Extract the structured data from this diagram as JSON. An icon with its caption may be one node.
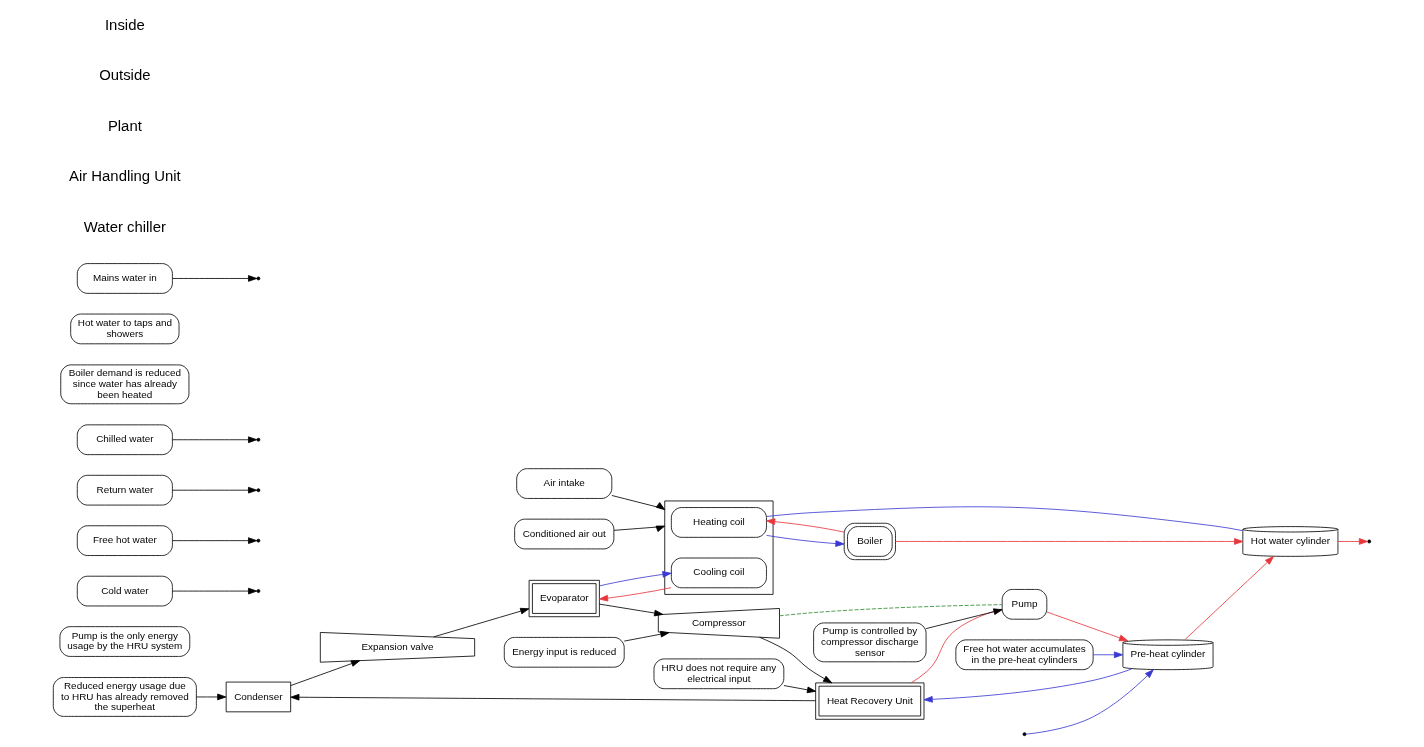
{
  "diagram": {
    "nodes": [
      {
        "text": [
          "Reduced energy usage due to HRU has already removed the superheat"
        ]
      },
      {
        "text": [
          "HRU does not require any electrical input"
        ]
      },
      {
        "text": [
          "Condenser"
        ]
      },
      {
        "text": [
          "Expansion valve"
        ]
      },
      {
        "text": [
          "Evoparator"
        ]
      },
      {
        "text": [
          "Compressor"
        ]
      },
      {
        "text": [
          "Heat Recovery Unit"
        ]
      },
      {
        "text": [
          "Energy input is reduced"
        ]
      },
      {
        "text": [
          "Pump is controlled by compressor discharge sensor"
        ]
      },
      {
        "text": [
          "Pump is the only energy usage by the HRU system"
        ]
      },
      {
        "text": [
          "Pump"
        ]
      },
      {
        "text": [
          "Cold water"
        ]
      },
      {
        "text": [
          "Free hot water"
        ]
      },
      {
        "text": [
          "Return water"
        ]
      },
      {
        "text": [
          "Chilled water"
        ]
      },
      {
        "text": [
          "Air intake"
        ]
      },
      {
        "text": [],
        "shape": "box"
      },
      {
        "text": [
          "Heating coil"
        ],
        "in": 16
      },
      {
        "text": [
          "Cooling coil"
        ],
        "in": 16
      },
      {
        "text": [
          "Conditioned air out"
        ]
      },
      {
        "text": [
          "Boiler demand is reduced since water has already been heated"
        ]
      },
      {
        "text": [
          "Boiler"
        ]
      },
      {
        "text": [
          "Free hot water accumulates in the pre-heat cylinders"
        ]
      },
      {
        "text": [
          "Hot water to taps and showers"
        ]
      },
      {
        "text": [
          "Hot water cylinder"
        ]
      },
      {
        "text": [
          "Pre-heat cylinder"
        ]
      },
      {
        "text": [
          "Mains water in"
        ]
      }
    ],
    "edges": [
      {
        "from": 0,
        "to": 2,
        "arrow": "to"
      },
      {
        "from": 1,
        "to": 6,
        "arrow": "to"
      },
      {
        "from": 6,
        "to": 2,
        "arrow": "to"
      },
      {
        "from": 2,
        "to": 3,
        "arrow": "to"
      },
      {
        "from": 3,
        "to": 4,
        "arrow": "to"
      },
      {
        "from": 4,
        "to": 5,
        "arrow": "to"
      },
      {
        "from": 5,
        "to": 6,
        "arrow": "to"
      },
      {
        "from": 7,
        "to": 5,
        "arrow": "to"
      },
      {
        "from": 5,
        "to": 10,
        "arrow": "none",
        "style": "dashed",
        "color": "#2e8b2e"
      },
      {
        "from": 8,
        "to": 10,
        "arrow": "to"
      },
      {
        "from": 18,
        "to": 4,
        "arrow": "to",
        "color": "#e8363a"
      },
      {
        "from": 4,
        "to": 18,
        "arrow": "to",
        "color": "#3a3ad0"
      },
      {
        "from": 13,
        "to": null,
        "arrow": "to"
      },
      {
        "from": 14,
        "to": null,
        "arrow": "to"
      },
      {
        "from": 15,
        "to": 16,
        "arrow": "to"
      },
      {
        "from": 19,
        "to": 16,
        "arrow": "to"
      },
      {
        "from": 21,
        "to": 17,
        "arrow": "to",
        "color": "#e8363a"
      },
      {
        "from": 17,
        "to": 21,
        "arrow": "to",
        "color": "#3a3ad0"
      },
      {
        "from": 21,
        "to": 24,
        "arrow": "to",
        "color": "#e8363a"
      },
      {
        "from": 17,
        "to": 24,
        "arrow": "none",
        "color": "#3a3ad0"
      },
      {
        "from": 24,
        "to": null,
        "arrow": "to",
        "color": "#e8363a"
      },
      {
        "from": 25,
        "to": 24,
        "arrow": "to",
        "color": "#e8363a"
      },
      {
        "from": 22,
        "to": 25,
        "arrow": "to",
        "color": "#3a3ad0"
      },
      {
        "from": 6,
        "to": 10,
        "arrow": "none",
        "color": "#e8363a"
      },
      {
        "from": 10,
        "to": 25,
        "arrow": "to",
        "color": "#e8363a"
      },
      {
        "from": 25,
        "to": 6,
        "arrow": "to",
        "color": "#3a3ad0"
      },
      {
        "from": null,
        "to": 25,
        "arrow": "to",
        "color": "#3a3ad0"
      },
      {
        "from": 11,
        "to": null,
        "arrow": "to"
      },
      {
        "from": 12,
        "to": null,
        "arrow": "to"
      },
      {
        "from": 26,
        "to": null,
        "arrow": "to"
      }
    ],
    "labels": [
      "Water chiller",
      "Air Handling Unit",
      "Plant",
      "Outside",
      "Inside"
    ]
  }
}
